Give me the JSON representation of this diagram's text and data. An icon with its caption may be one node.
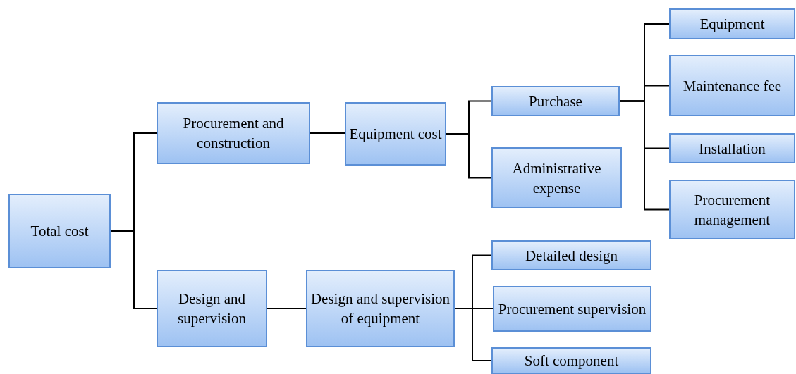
{
  "diagram": {
    "nodes": [
      {
        "text": [
          "Total cost"
        ]
      },
      {
        "text": [
          "Procurement and construction"
        ]
      },
      {
        "text": [
          "Design and supervision"
        ]
      },
      {
        "text": [
          "Equipment cost"
        ]
      },
      {
        "text": [
          "Design and supervision of equipment"
        ]
      },
      {
        "text": [
          "Purchase"
        ]
      },
      {
        "text": [
          "Administrative expense"
        ]
      },
      {
        "text": [
          "Detailed design"
        ]
      },
      {
        "text": [
          "Procurement supervision"
        ]
      },
      {
        "text": [
          "Soft component"
        ]
      },
      {
        "text": [
          "Equipment"
        ]
      },
      {
        "text": [
          "Maintenance fee"
        ]
      },
      {
        "text": [
          "Installation"
        ]
      },
      {
        "text": [
          "Procurement management"
        ]
      }
    ],
    "edges": [
      {
        "from": 0,
        "to": 1,
        "arrow": "none"
      },
      {
        "from": 0,
        "to": 2,
        "arrow": "none"
      },
      {
        "from": 1,
        "to": 3,
        "arrow": "none"
      },
      {
        "from": 2,
        "to": 4,
        "arrow": "none"
      },
      {
        "from": 3,
        "to": 5,
        "arrow": "none"
      },
      {
        "from": 3,
        "to": 6,
        "arrow": "none"
      },
      {
        "from": 4,
        "to": 7,
        "arrow": "none"
      },
      {
        "from": 4,
        "to": 8,
        "arrow": "none"
      },
      {
        "from": 4,
        "to": 9,
        "arrow": "none"
      },
      {
        "from": 5,
        "to": 10,
        "arrow": "none"
      },
      {
        "from": 5,
        "to": 11,
        "arrow": "none"
      },
      {
        "from": 5,
        "to": 12,
        "arrow": "none"
      },
      {
        "from": 5,
        "to": 13,
        "arrow": "none"
      }
    ]
  }
}
